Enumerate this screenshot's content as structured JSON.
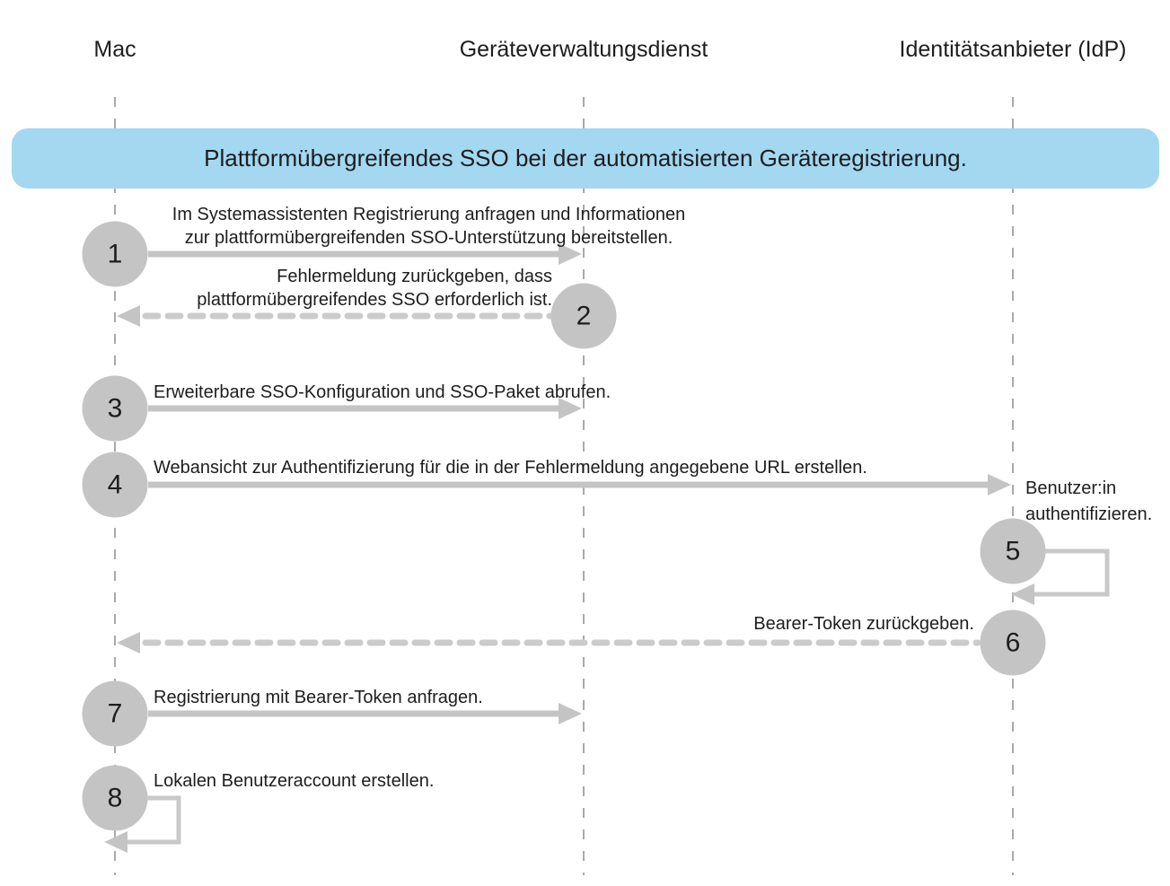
{
  "diagram": {
    "title": "Plattformübergreifendes SSO bei der automatisierten Geräteregistrierung.",
    "actors": [
      {
        "id": "mac",
        "label": "Mac"
      },
      {
        "id": "mdm",
        "label": "Geräteverwaltungsdienst"
      },
      {
        "id": "idp",
        "label": "Identitätsanbieter (IdP)"
      }
    ],
    "steps": [
      {
        "num": "1",
        "from": "Mac",
        "to": "Geräteverwaltungsdienst",
        "line": "solid",
        "lines": [
          "Im Systemassistenten Registrierung anfragen und Informationen",
          "zur plattformübergreifenden SSO-Unterstützung bereitstellen."
        ]
      },
      {
        "num": "2",
        "from": "Geräteverwaltungsdienst",
        "to": "Mac",
        "line": "dashed",
        "lines": [
          "Fehlermeldung zurückgeben, dass",
          "plattformübergreifendes SSO erforderlich ist."
        ]
      },
      {
        "num": "3",
        "from": "Mac",
        "to": "Geräteverwaltungsdienst",
        "line": "solid",
        "lines": [
          "Erweiterbare SSO-Konfiguration und SSO-Paket abrufen."
        ]
      },
      {
        "num": "4",
        "from": "Mac",
        "to": "Identitätsanbieter (IdP)",
        "line": "solid",
        "lines": [
          "Webansicht zur Authentifizierung für die in der Fehlermeldung angegebene URL erstellen."
        ]
      },
      {
        "num": "5",
        "from": "Identitätsanbieter (IdP)",
        "to": "Identitätsanbieter (IdP)",
        "line": "self-loop",
        "lines": [
          "Benutzer:in",
          "authentifizieren."
        ]
      },
      {
        "num": "6",
        "from": "Identitätsanbieter (IdP)",
        "to": "Mac",
        "line": "dashed",
        "lines": [
          "Bearer-Token zurückgeben."
        ]
      },
      {
        "num": "7",
        "from": "Mac",
        "to": "Geräteverwaltungsdienst",
        "line": "solid",
        "lines": [
          "Registrierung mit Bearer-Token anfragen."
        ]
      },
      {
        "num": "8",
        "from": "Mac",
        "to": "Mac",
        "line": "self-loop",
        "lines": [
          "Lokalen Benutzeraccount erstellen."
        ]
      }
    ],
    "colors": {
      "banner_bg": "#a3d8f0",
      "circle_fill": "#c4c4c4",
      "solid_arrow": "#c4c4c4",
      "dashed_arrow": "#cbcbcb",
      "self_loop": "#c9c9c9",
      "lifeline": "#a9a9a9",
      "text": "#1d1d1f"
    }
  }
}
